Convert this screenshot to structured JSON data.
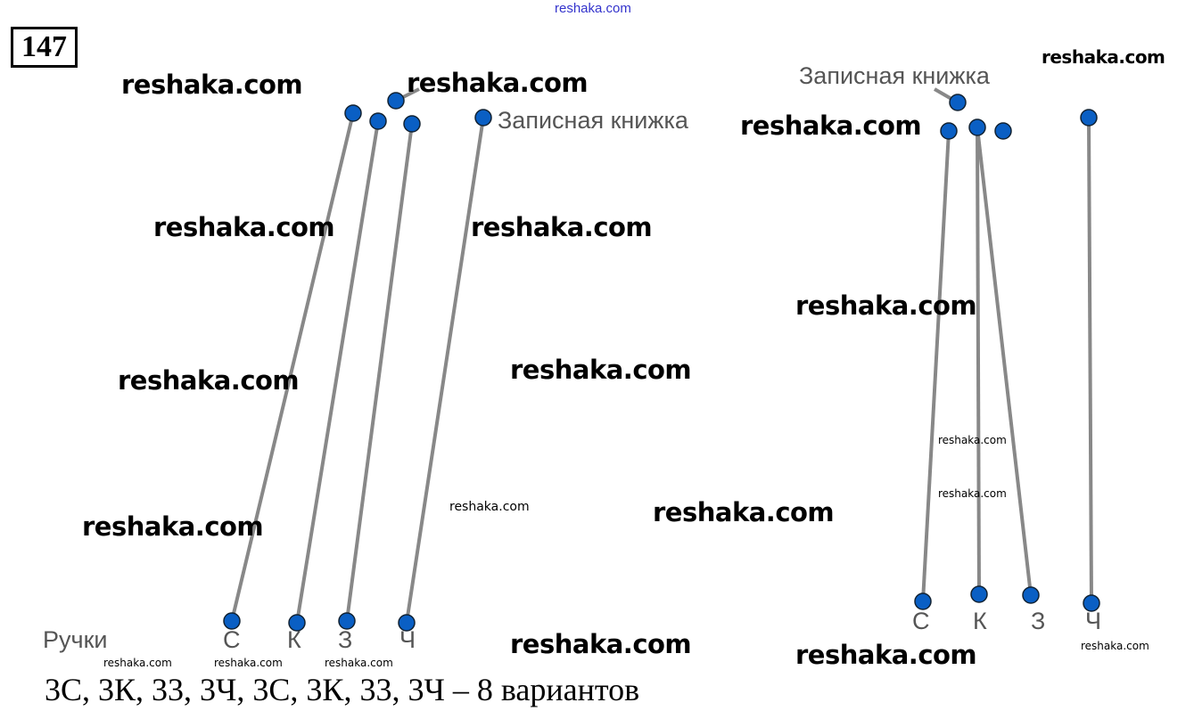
{
  "problem_number": "147",
  "header_watermark": "reshaka.com",
  "watermark": "reshaka.com",
  "left_diagram": {
    "top_label": "Записная книжка",
    "bottom_group_label": "Ручки",
    "bottom_labels": [
      "С",
      "К",
      "З",
      "Ч"
    ]
  },
  "right_diagram": {
    "top_label": "Записная книжка",
    "bottom_labels": [
      "С",
      "К",
      "З",
      "Ч"
    ]
  },
  "answer": "3С, 3К, 33, 3Ч, 3С, 3К, 33, 3Ч – 8 вариантов",
  "colors": {
    "dot": "#0a5fc4",
    "line": "#888888"
  }
}
